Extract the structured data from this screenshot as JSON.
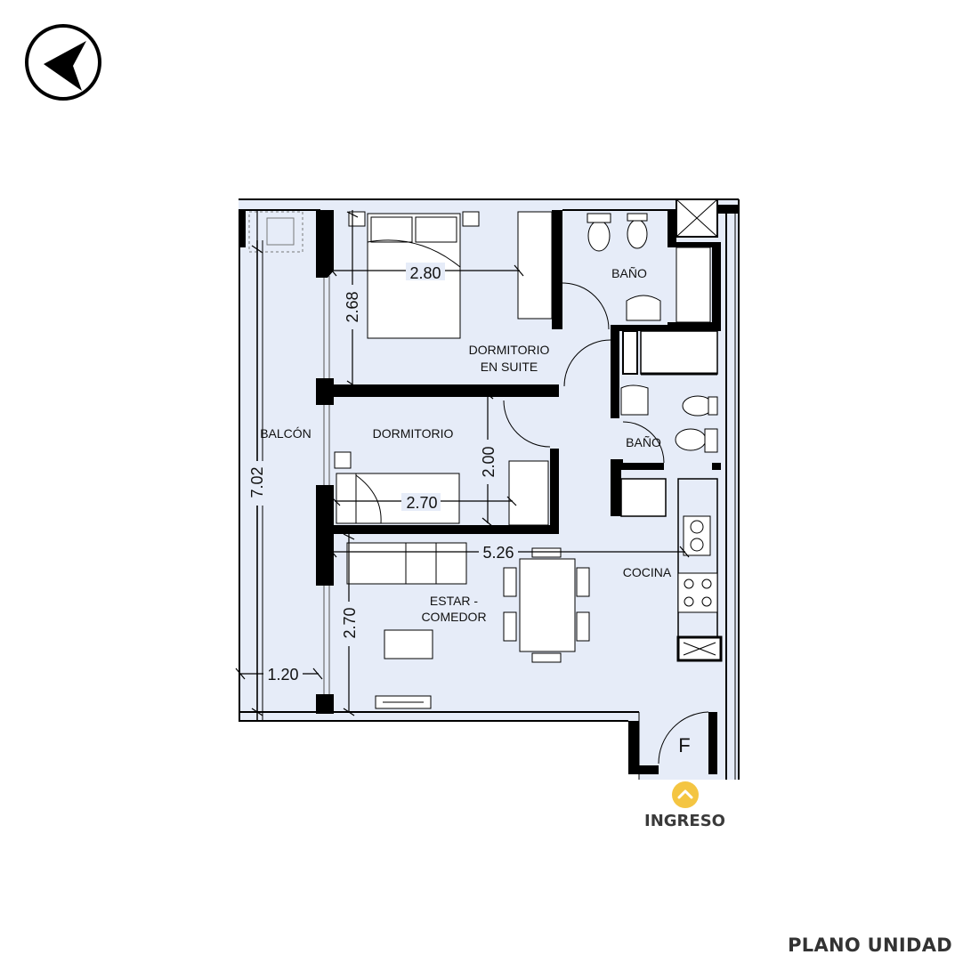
{
  "rooms": {
    "balcon": "BALCÓN",
    "suite_line1": "DORMITORIO",
    "suite_line2": "EN SUITE",
    "bath_top": "BAÑO",
    "dormitorio": "DORMITORIO",
    "bath_mid": "BAÑO",
    "cocina": "COCINA",
    "estar_line1": "ESTAR -",
    "estar_line2": "COMEDOR",
    "unit_letter": "F"
  },
  "dimensions": {
    "suite_width": "2.80",
    "suite_depth": "2.68",
    "dorm_width": "2.70",
    "dorm_depth": "2.00",
    "total_length": "7.02",
    "living_width": "5.26",
    "living_depth": "2.70",
    "balcony_width": "1.20"
  },
  "entry": {
    "label": "INGRESO"
  },
  "footer": {
    "title": "PLANO UNIDAD"
  },
  "colors": {
    "floor_fill": "#e6ecf8",
    "wall": "#000000",
    "entry_marker": "#f4c542"
  },
  "icons": {
    "back": "arrow-left-icon",
    "entry": "chevron-up-icon"
  }
}
